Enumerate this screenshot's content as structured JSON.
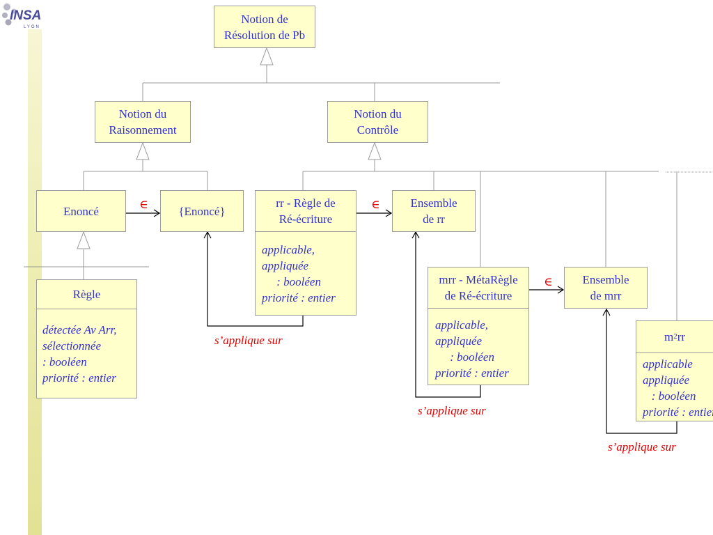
{
  "logo": {
    "text": "INSA",
    "subtext": "LYON"
  },
  "colors": {
    "box_fill": "#ffffcc",
    "box_border": "#9a9a9a",
    "class_text": "#3333cc",
    "relation_text": "#e00000",
    "line": "#999999",
    "arrow": "#000000"
  },
  "nodes": {
    "resolution": {
      "title": "Notion de\nRésolution de Pb"
    },
    "raisonnement": {
      "title": "Notion du\nRaisonnement"
    },
    "controle": {
      "title": "Notion du\nContrôle"
    },
    "enonce": {
      "title": "Enoncé"
    },
    "set_enonce": {
      "title": "{Enoncé}"
    },
    "rr": {
      "title": "rr - Règle de\nRé-écriture",
      "attributes": "applicable,\nappliquée\n     : booléen\npriorité : entier"
    },
    "set_rr": {
      "title": "Ensemble\nde rr"
    },
    "regle": {
      "title": "Règle",
      "attributes": "détectée Av Arr,\nsélectionnée\n: booléen\npriorité : entier"
    },
    "mrr": {
      "title": "mrr - MétaRègle\nde Ré-écriture",
      "attributes": "applicable,\nappliquée\n     : booléen\npriorité : entier"
    },
    "set_mrr": {
      "title": "Ensemble\nde mrr"
    },
    "m2rr": {
      "title_base": "m",
      "title_sup": "2",
      "title_rest": "rr",
      "attributes": "applicable\nappliquée\n   : booléen\npriorité : entier"
    }
  },
  "relations": {
    "element_of": "∈",
    "applies_to": "s’applique sur"
  }
}
